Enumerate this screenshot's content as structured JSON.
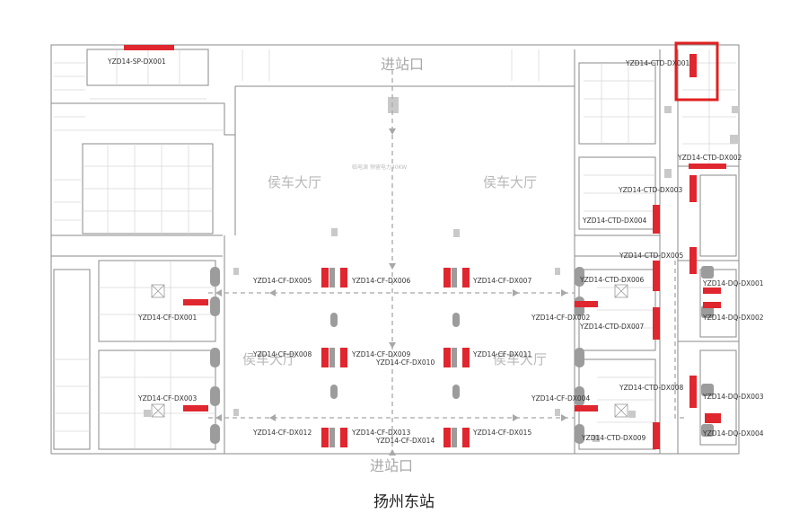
{
  "station_name": "扬州东站",
  "entrances": {
    "top": "进站口",
    "bottom": "进站口"
  },
  "halls": [
    "侯车大厅",
    "侯车大厅",
    "侯车大厅",
    "侯车大厅"
  ],
  "hall_note": "临电源 预留电力40KW",
  "colors": {
    "highlight": "#e02020",
    "unit": "#e0262e",
    "machine": "#9c9c9c",
    "walls": "#8a8a8a",
    "grid": "#d6d6d6",
    "flow": "#a8a8a8"
  },
  "labels": {
    "sp1": "YZD14-SP-DX001",
    "ctd1": "YZD14-CTD-DX001",
    "ctd2": "YZD14-CTD-DX002",
    "ctd3": "YZD14-CTD-DX003",
    "ctd4": "YZD14-CTD-DX004",
    "ctd5": "YZD14-CTD-DX005",
    "ctd6": "YZD14-CTD-DX006",
    "ctd7": "YZD14-CTD-DX007",
    "ctd8": "YZD14-CTD-DX008",
    "ctd9": "YZD14-CTD-DX009",
    "cf1": "YZD14-CF-DX001",
    "cf2": "YZD14-CF-DX002",
    "cf3": "YZD14-CF-DX003",
    "cf4": "YZD14-CF-DX004",
    "cf5": "YZD14-CF-DX005",
    "cf6": "YZD14-CF-DX006",
    "cf7": "YZD14-CF-DX007",
    "cf8": "YZD14-CF-DX008",
    "cf9": "YZD14-CF-DX009",
    "cf10": "YZD14-CF-DX010",
    "cf11": "YZD14-CF-DX011",
    "cf12": "YZD14-CF-DX012",
    "cf13": "YZD14-CF-DX013",
    "cf14": "YZD14-CF-DX014",
    "cf15": "YZD14-CF-DX015",
    "dq1": "YZD14-DQ-DX001",
    "dq2": "YZD14-DQ-DX002",
    "dq3": "YZD14-DQ-DX003",
    "dq4": "YZD14-DQ-DX004"
  }
}
